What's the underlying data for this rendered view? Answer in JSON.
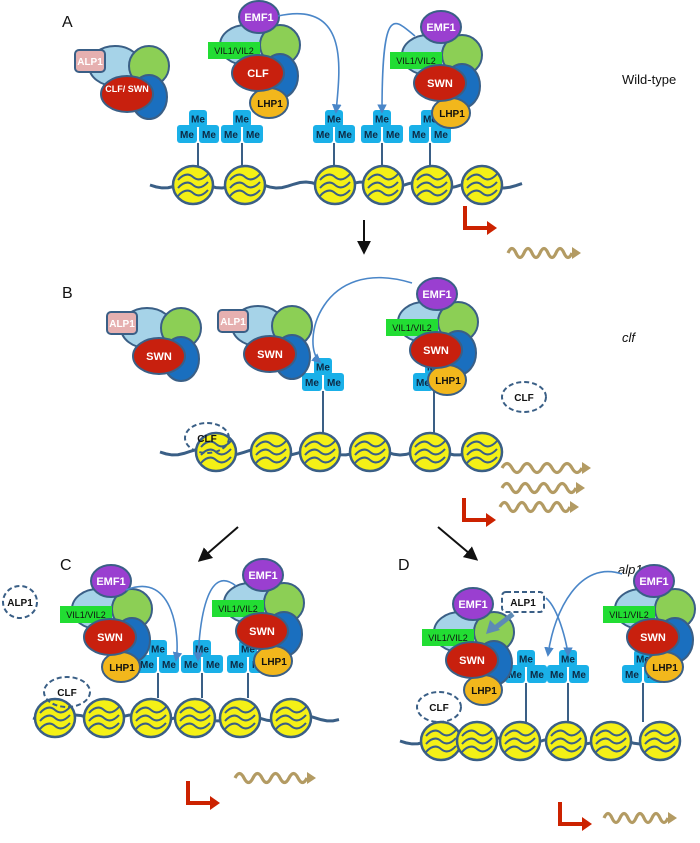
{
  "panels": {
    "a": {
      "letter": "A",
      "condition": "Wild-type"
    },
    "b": {
      "letter": "B",
      "condition": "clf"
    },
    "c": {
      "letter": "C",
      "condition": ""
    },
    "d": {
      "letter": "D",
      "condition": "alp1 clf"
    }
  },
  "labels": {
    "alp1": "ALP1",
    "emf1": "EMF1",
    "vil": "VIL1/VIL2",
    "clf": "CLF",
    "swn": "SWN",
    "clf_swn": "CLF/ SWN",
    "lhp1": "LHP1",
    "me": "Me"
  },
  "colors": {
    "alp1": "#e6b0b0",
    "emf1": "#9a3fd0",
    "vil": "#22dd33",
    "clf_swn": "#c8200e",
    "lhp1": "#f2b71c",
    "green_sub": "#8ccf55",
    "blue_sub": "#1a6fbf",
    "light_sub": "#a6d3e8",
    "me": "#1ab0e8",
    "nucleosome": "#f4f016",
    "dna": "#3a5f86",
    "arrow_tss": "#cc2200",
    "transcript": "#b39b63"
  }
}
